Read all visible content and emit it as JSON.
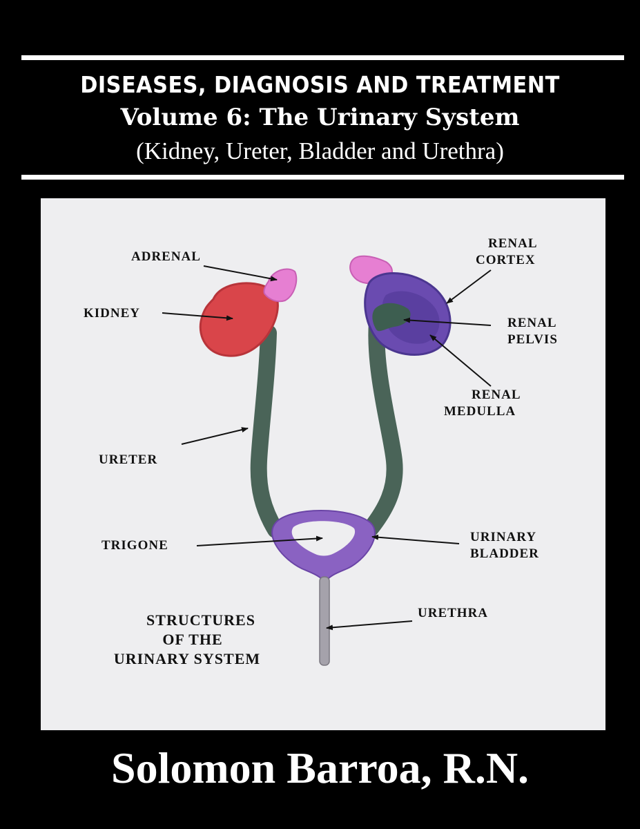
{
  "cover": {
    "title_line_1": "DISEASES, DIAGNOSIS AND TREATMENT",
    "title_line_2": "Volume 6: The Urinary System",
    "title_line_3": "(Kidney, Ureter, Bladder and Urethra)",
    "author": "Solomon Barroa, R.N."
  },
  "illustration": {
    "labels": {
      "adrenal": "ADRENAL",
      "kidney": "KIDNEY",
      "ureter": "URETER",
      "trigone": "TRIGONE",
      "renal_cortex_1": "RENAL",
      "renal_cortex_2": "CORTEX",
      "renal_pelvis_1": "RENAL",
      "renal_pelvis_2": "PELVIS",
      "renal_medulla_1": "RENAL",
      "renal_medulla_2": "MEDULLA",
      "urinary_bladder_1": "URINARY",
      "urinary_bladder_2": "BLADDER",
      "urethra": "URETHRA"
    },
    "caption": {
      "line_1": "STRUCTURES",
      "line_2": "OF THE",
      "line_3": "URINARY SYSTEM"
    },
    "colors": {
      "background": "#eeeef0",
      "kidney_left": "#d9454a",
      "adrenal": "#e67fd2",
      "kidney_right_cortex": "#6a4bb0",
      "renal_pelvis": "#3d5e50",
      "ureter": "#4a6458",
      "bladder": "#8a62c2",
      "urethra": "#a5a2ab"
    }
  }
}
